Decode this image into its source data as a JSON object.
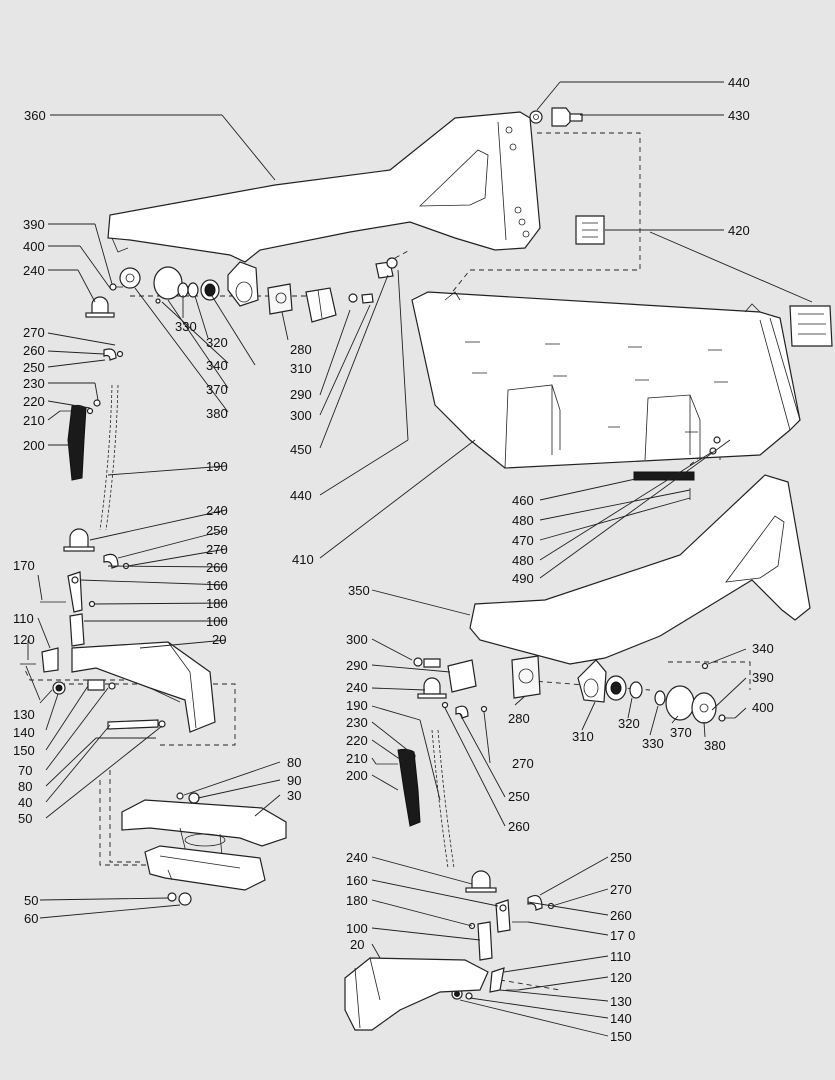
{
  "callouts": [
    {
      "id": "c440a",
      "text": "440"
    },
    {
      "id": "c430",
      "text": "430"
    },
    {
      "id": "c360",
      "text": "360"
    },
    {
      "id": "c420",
      "text": "420"
    },
    {
      "id": "c390a",
      "text": "390"
    },
    {
      "id": "c400a",
      "text": "400"
    },
    {
      "id": "c240a",
      "text": "240"
    },
    {
      "id": "c330a",
      "text": "330"
    },
    {
      "id": "c320a",
      "text": "320"
    },
    {
      "id": "c280a",
      "text": "280"
    },
    {
      "id": "c270a",
      "text": "270"
    },
    {
      "id": "c340a",
      "text": "340"
    },
    {
      "id": "c310a",
      "text": "310"
    },
    {
      "id": "c260a",
      "text": "260"
    },
    {
      "id": "c250a",
      "text": "250"
    },
    {
      "id": "c370a",
      "text": "370"
    },
    {
      "id": "c290a",
      "text": "290"
    },
    {
      "id": "c230a",
      "text": "230"
    },
    {
      "id": "c220a",
      "text": "220"
    },
    {
      "id": "c380a",
      "text": "380"
    },
    {
      "id": "c210a",
      "text": "210"
    },
    {
      "id": "c300a",
      "text": "300"
    },
    {
      "id": "c200a",
      "text": "200"
    },
    {
      "id": "c450",
      "text": "450"
    },
    {
      "id": "c190a",
      "text": "190"
    },
    {
      "id": "c440b",
      "text": "440"
    },
    {
      "id": "c460",
      "text": "460"
    },
    {
      "id": "c240b",
      "text": "240"
    },
    {
      "id": "c480a",
      "text": "480"
    },
    {
      "id": "c250b",
      "text": "250"
    },
    {
      "id": "c470",
      "text": "470"
    },
    {
      "id": "c270b",
      "text": "270"
    },
    {
      "id": "c480b",
      "text": "480"
    },
    {
      "id": "c410",
      "text": "410"
    },
    {
      "id": "c170a",
      "text": "170"
    },
    {
      "id": "c260b",
      "text": "260"
    },
    {
      "id": "c490",
      "text": "490"
    },
    {
      "id": "c160a",
      "text": "160"
    },
    {
      "id": "c180a",
      "text": "180"
    },
    {
      "id": "c350",
      "text": "350"
    },
    {
      "id": "c110a",
      "text": "110"
    },
    {
      "id": "c100a",
      "text": "100"
    },
    {
      "id": "c20a",
      "text": "20"
    },
    {
      "id": "c120a",
      "text": "120"
    },
    {
      "id": "c300b",
      "text": "300"
    },
    {
      "id": "c340b",
      "text": "340"
    },
    {
      "id": "c290b",
      "text": "290"
    },
    {
      "id": "c390b",
      "text": "390"
    },
    {
      "id": "c240c",
      "text": "240"
    },
    {
      "id": "c400b",
      "text": "400"
    },
    {
      "id": "c130a",
      "text": "130"
    },
    {
      "id": "c190b",
      "text": "190"
    },
    {
      "id": "c280b",
      "text": "280"
    },
    {
      "id": "c140a",
      "text": "140"
    },
    {
      "id": "c230b",
      "text": "230"
    },
    {
      "id": "c320b",
      "text": "320"
    },
    {
      "id": "c310b",
      "text": "310"
    },
    {
      "id": "c150a",
      "text": "150"
    },
    {
      "id": "c220b",
      "text": "220"
    },
    {
      "id": "c330b",
      "text": "330"
    },
    {
      "id": "c370b",
      "text": "370"
    },
    {
      "id": "c380b",
      "text": "380"
    },
    {
      "id": "c210b",
      "text": "210"
    },
    {
      "id": "c70",
      "text": "70"
    },
    {
      "id": "c270c",
      "text": "270"
    },
    {
      "id": "c200b",
      "text": "200"
    },
    {
      "id": "c80a",
      "text": "80"
    },
    {
      "id": "c80b",
      "text": "80"
    },
    {
      "id": "c90",
      "text": "90"
    },
    {
      "id": "c40",
      "text": "40"
    },
    {
      "id": "c250c",
      "text": "250"
    },
    {
      "id": "c30",
      "text": "30"
    },
    {
      "id": "c50a",
      "text": "50"
    },
    {
      "id": "c260c",
      "text": "260"
    },
    {
      "id": "c240d",
      "text": "240"
    },
    {
      "id": "c250d",
      "text": "250"
    },
    {
      "id": "c160b",
      "text": "160"
    },
    {
      "id": "c270d",
      "text": "270"
    },
    {
      "id": "c50b",
      "text": "50"
    },
    {
      "id": "c180b",
      "text": "180"
    },
    {
      "id": "c260d",
      "text": "260"
    },
    {
      "id": "c60",
      "text": "60"
    },
    {
      "id": "c170b",
      "text": "17 0"
    },
    {
      "id": "c100b",
      "text": "100"
    },
    {
      "id": "c20b",
      "text": "20"
    },
    {
      "id": "c110b",
      "text": "110"
    },
    {
      "id": "c120b",
      "text": "120"
    },
    {
      "id": "c130b",
      "text": "130"
    },
    {
      "id": "c140b",
      "text": "140"
    },
    {
      "id": "c150b",
      "text": "150"
    }
  ]
}
